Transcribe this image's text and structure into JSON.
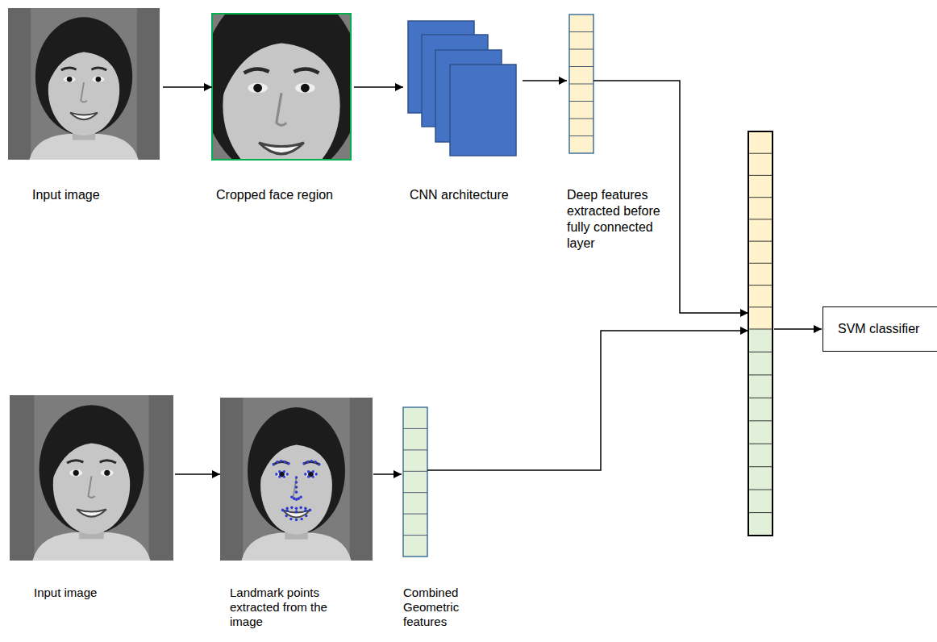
{
  "diagram": {
    "nodes": [
      {
        "text": [
          "Input image"
        ]
      },
      {
        "text": [
          "Cropped face region"
        ]
      },
      {
        "text": [
          "CNN architecture"
        ]
      },
      {
        "text": [
          "Deep features extracted before fully connected layer"
        ]
      },
      {
        "text": [
          "Input image"
        ]
      },
      {
        "text": [
          "Landmark points extracted from the image"
        ]
      },
      {
        "text": [
          "Combined Geometric features"
        ]
      },
      {
        "text": [
          "SVM classifier"
        ]
      }
    ],
    "edges": [
      {
        "from": 0,
        "to": 1,
        "arrow": "to"
      },
      {
        "from": 1,
        "to": 2,
        "arrow": "to"
      },
      {
        "from": 2,
        "to": 3,
        "arrow": "to"
      },
      {
        "from": 3,
        "to": 7,
        "arrow": "to"
      },
      {
        "from": 4,
        "to": 5,
        "arrow": "to"
      },
      {
        "from": 5,
        "to": 6,
        "arrow": "to"
      },
      {
        "from": 6,
        "to": 7,
        "arrow": "to"
      }
    ]
  }
}
